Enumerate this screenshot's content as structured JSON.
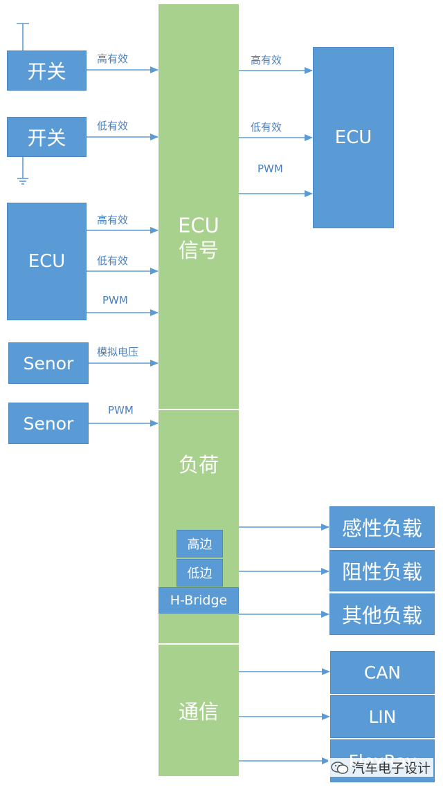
{
  "colors": {
    "box_blue": "#5b9bd5",
    "bar_green": "#a9d18e",
    "arrow": "#5b9bd5",
    "label": "#4a7fbf"
  },
  "inputs": {
    "switch_high": {
      "label": "开关",
      "signal": "高有效"
    },
    "switch_low": {
      "label": "开关",
      "signal": "低有效"
    },
    "ecu": {
      "label": "ECU",
      "signals": [
        "高有效",
        "低有效",
        "PWM"
      ]
    },
    "sensor_analog": {
      "label": "Senor",
      "signal": "模拟电压"
    },
    "sensor_pwm": {
      "label": "Senor",
      "signal": "PWM"
    }
  },
  "center": {
    "signal_section": {
      "line1": "ECU",
      "line2": "信号"
    },
    "load_section": {
      "label": "负荷",
      "high_side": "高边",
      "low_side": "低边",
      "h_bridge": "H-Bridge"
    },
    "comm_section": {
      "label": "通信"
    }
  },
  "right_ecu": {
    "label": "ECU",
    "signals": [
      "高有效",
      "低有效",
      "PWM"
    ]
  },
  "loads": [
    "感性负载",
    "阻性负载",
    "其他负载"
  ],
  "buses": [
    "CAN",
    "LIN",
    "FlexRay"
  ],
  "watermark": {
    "icon": "wechat-icon",
    "text": "汽车电子设计"
  }
}
